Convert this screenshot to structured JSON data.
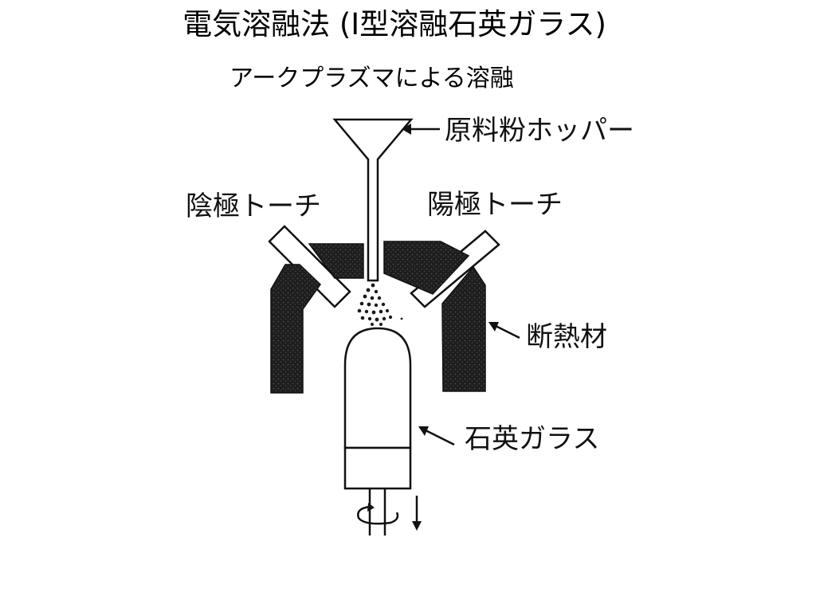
{
  "slide": {
    "title": "電気溶融法 (Ⅰ型溶融石英ガラス)",
    "subtitle": "アークプラズマによる溶融"
  },
  "diagram": {
    "labels": {
      "hopper": "原料粉ホッパー",
      "cathode_torch": "陰極トーチ",
      "anode_torch": "陽極トーチ",
      "insulation": "断熱材",
      "quartz_glass": "石英ガラス"
    },
    "colors": {
      "line": "#111111",
      "insulation_fill": "#222222",
      "background": "#ffffff"
    }
  }
}
